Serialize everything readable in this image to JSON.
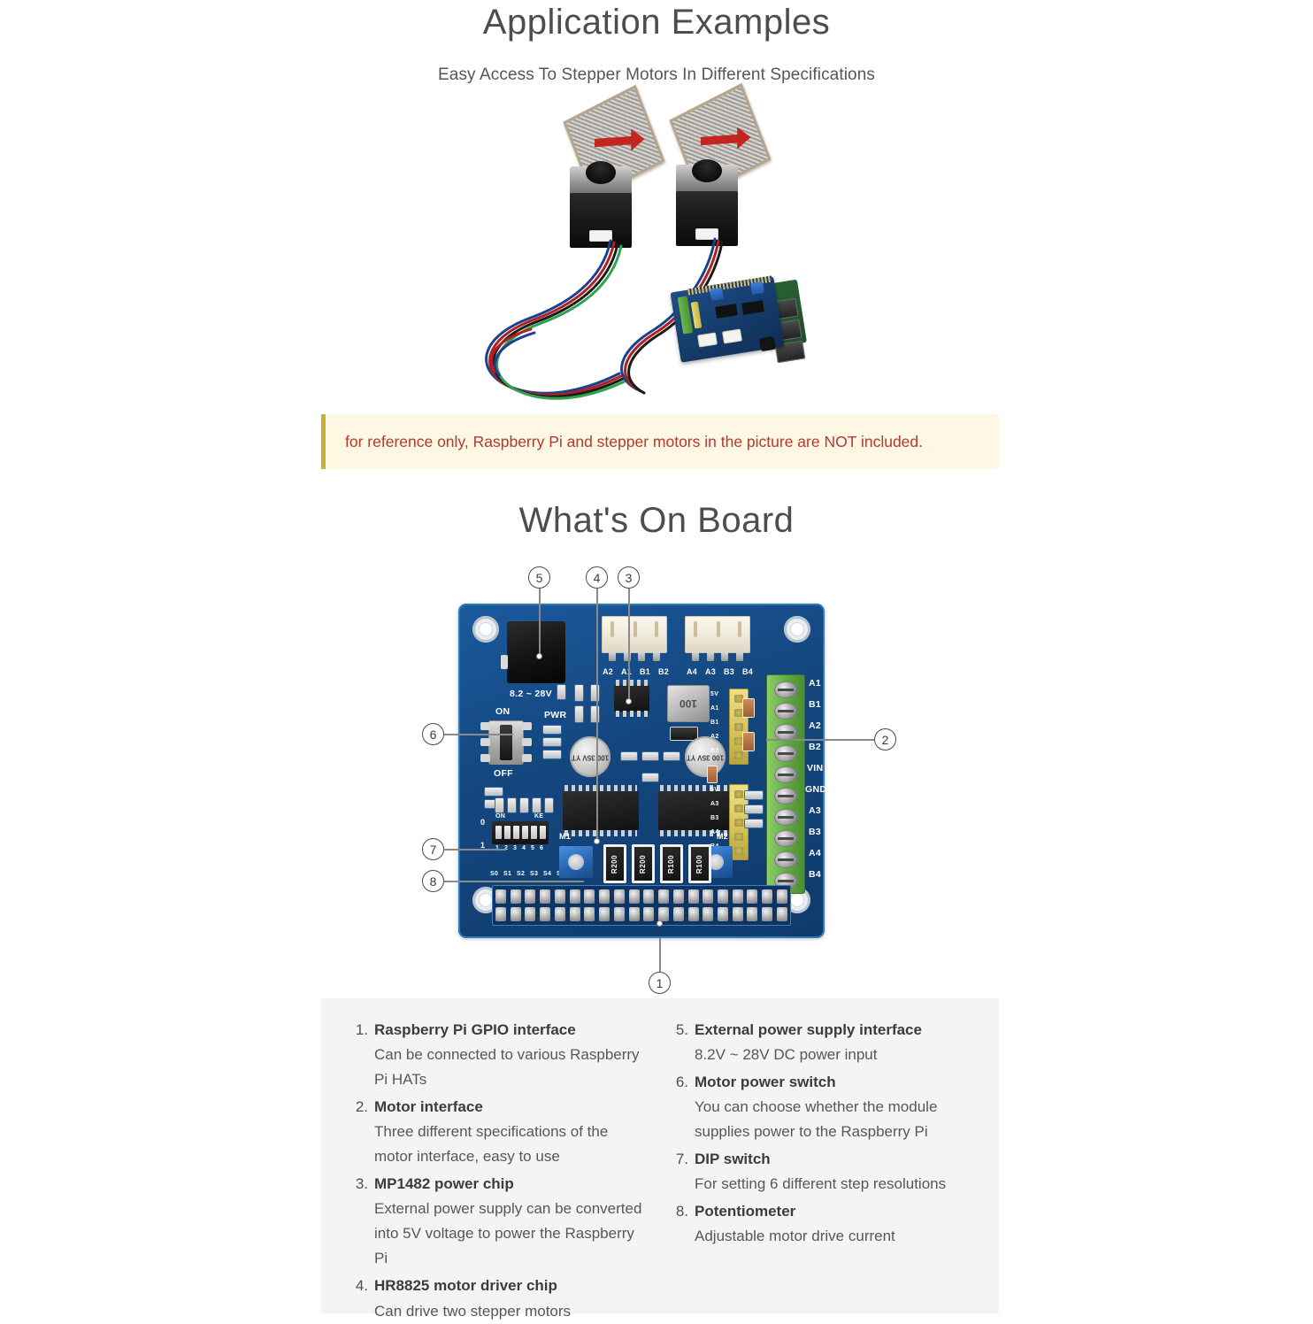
{
  "section1": {
    "heading": "Application Examples",
    "subheading": "Easy Access To Stepper Motors In Different Specifications"
  },
  "note": {
    "text": "for reference only, Raspberry Pi and stepper motors in the picture are NOT included.",
    "text_color": "#b33a2e",
    "background": "#fdf7e3",
    "border_color": "#c9b037"
  },
  "section2": {
    "heading": "What's On Board"
  },
  "board": {
    "callouts": [
      "1",
      "2",
      "3",
      "4",
      "5",
      "6",
      "7",
      "8"
    ],
    "silkscreen": {
      "voltage": "8.2 ~ 28V",
      "switch_on": "ON",
      "switch_off": "OFF",
      "pwr": "PWR",
      "connector_left": [
        "A2",
        "A1",
        "B1",
        "B2"
      ],
      "connector_right": [
        "A4",
        "A3",
        "B3",
        "B4"
      ],
      "yellow_top": [
        "5V",
        "A1",
        "B1",
        "A2",
        "B2"
      ],
      "yellow_bottom": [
        "5V",
        "A3",
        "B3",
        "A4",
        "B4"
      ],
      "terminal": [
        "A1",
        "B1",
        "A2",
        "B2",
        "VIN",
        "GND",
        "A3",
        "B3",
        "A4",
        "B4"
      ],
      "dip_on": "ON",
      "dip_ke": "KE",
      "dip_zero": "0",
      "dip_one": "1",
      "dip_numbers": [
        "1",
        "2",
        "3",
        "4",
        "5",
        "6"
      ],
      "dip_signals": [
        "S0",
        "S1",
        "S2",
        "S3",
        "S4",
        "S5"
      ],
      "pot_left": "M1",
      "pot_right": "M2",
      "inductor": "100",
      "caps": [
        "100 35V YT",
        "100 35V YT"
      ],
      "resistors": [
        "R200",
        "R200",
        "R100",
        "R100"
      ]
    }
  },
  "features": {
    "left": [
      {
        "num": "1.",
        "title": "Raspberry Pi GPIO interface",
        "desc": "Can be connected to various Raspberry Pi HATs"
      },
      {
        "num": "2.",
        "title": "Motor interface",
        "desc": "Three different specifications of the motor interface, easy to use"
      },
      {
        "num": "3.",
        "title": "MP1482 power chip",
        "desc": "External power supply can be converted into 5V voltage to power the Raspberry Pi"
      },
      {
        "num": "4.",
        "title": "HR8825 motor driver chip",
        "desc": "Can drive two stepper motors"
      }
    ],
    "right": [
      {
        "num": "5.",
        "title": "External power supply interface",
        "desc": "8.2V ~ 28V DC power input"
      },
      {
        "num": "6.",
        "title": "Motor power switch",
        "desc": "You can choose whether the module supplies power to the Raspberry Pi"
      },
      {
        "num": "7.",
        "title": "DIP switch",
        "desc": "For setting 6 different step resolutions"
      },
      {
        "num": "8.",
        "title": "Potentiometer",
        "desc": "Adjustable motor drive current"
      }
    ]
  }
}
